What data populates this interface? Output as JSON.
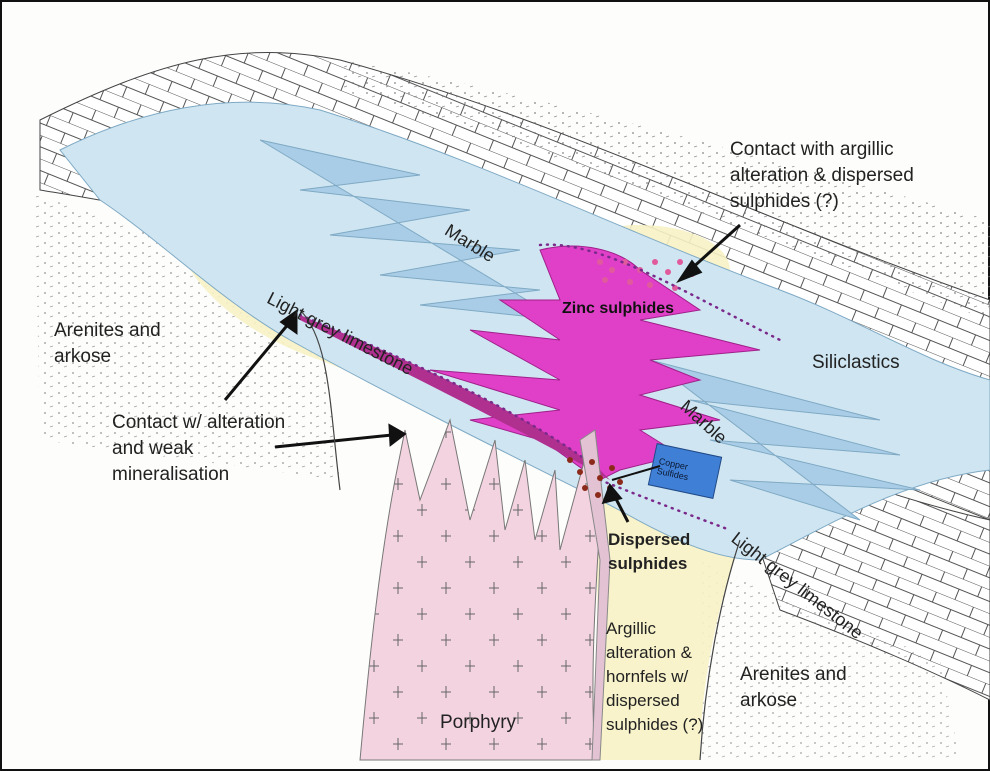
{
  "labels": {
    "contact_argillic": "Contact with argillic\nalteration & dispersed\nsulphides (?)",
    "arenites_left": "Arenites and\narkose",
    "siliclastics": "Siliclastics",
    "contact_alteration": "Contact w/ alteration\nand weak\nmineralisation",
    "zinc_sulphides": "Zinc sulphides",
    "dispersed_sulphides": "Dispersed\nsulphides",
    "argillic_hornfels": "Argillic\nalteration &\nhornfels w/\ndispersed\nsulphides (?)",
    "arenites_right": "Arenites and\narkose",
    "porphyry": "Porphyry",
    "marble_upper": "Marble",
    "marble_lower": "Marble",
    "limestone_upper": "Light grey limestone",
    "limestone_lower": "Light grey limestone",
    "copper_sulphides": "Copper\nSulfides"
  },
  "colors": {
    "limestone_blue": "#cfe6f2",
    "marble_blue": "#a9cde6",
    "zinc_magenta": "#e040c8",
    "porphyry_pink": "#f3d3e0",
    "argillic_yellow": "#f7f2c4",
    "copper_blue": "#3f7fd6",
    "dispersed_brown": "#8b2a1a"
  }
}
